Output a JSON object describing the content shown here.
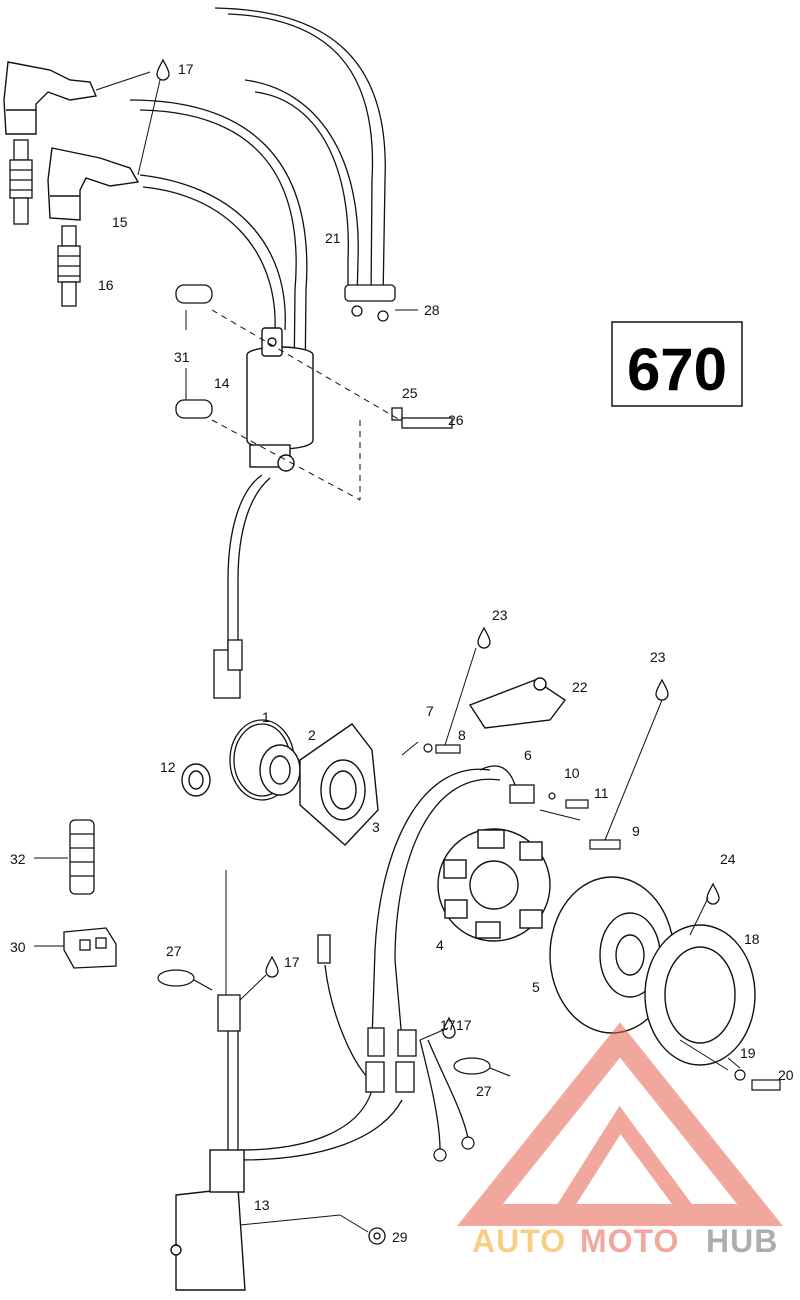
{
  "diagram_number": "670",
  "callouts": [
    "1",
    "2",
    "3",
    "4",
    "5",
    "6",
    "7",
    "8",
    "9",
    "10",
    "11",
    "12",
    "13",
    "14",
    "15",
    "16",
    "17",
    "17",
    "17",
    "17",
    "18",
    "19",
    "20",
    "21",
    "22",
    "23",
    "23",
    "24",
    "25",
    "26",
    "27",
    "27",
    "28",
    "29",
    "30",
    "31",
    "32"
  ],
  "watermark": {
    "part1": "AUTO",
    "part2": "MOTO",
    "part3": "HUB",
    "color_primary": "#f5a623",
    "color_secondary": "#e8604c",
    "color_tertiary": "#6b6b6b"
  },
  "colors": {
    "ink": "#111111",
    "paper": "#ffffff"
  },
  "icons": [
    "drop-icon",
    "spark-plug-icon",
    "ignition-coil-icon",
    "stator-icon",
    "flywheel-icon",
    "connector-icon",
    "logo-triangle-icon"
  ]
}
